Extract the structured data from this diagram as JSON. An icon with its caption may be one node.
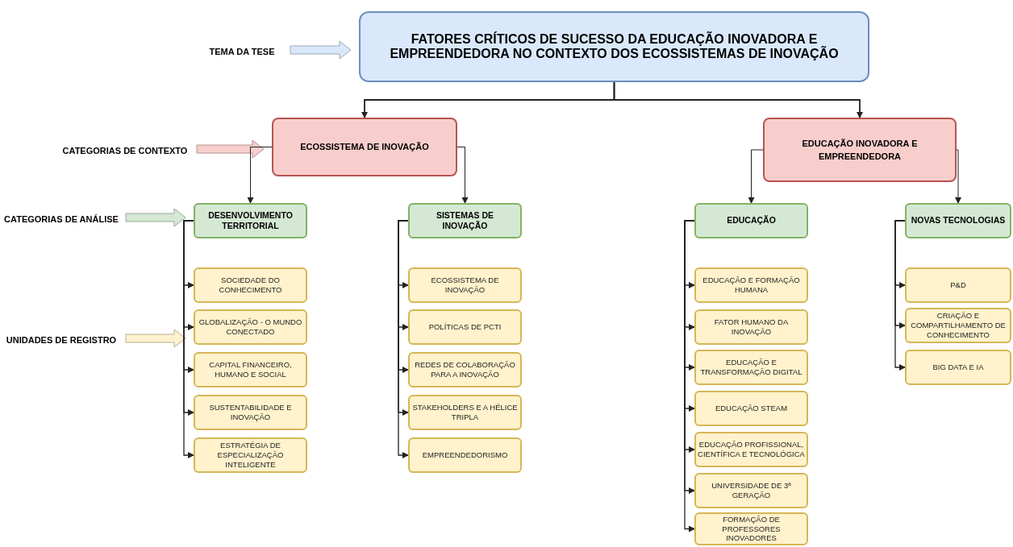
{
  "diagram": {
    "nodes": [
      {
        "text": [
          "FATORES CRÍTICOS DE SUCESSO DA EDUCAÇÃO INOVADORA E EMPREENDEDORA NO CONTEXTO DOS ECOSSISTEMAS DE INOVAÇÃO"
        ]
      },
      {
        "text": [
          "TEMA DA TESE"
        ]
      },
      {
        "text": [
          "ECOSSISTEMA DE INOVAÇÃO"
        ]
      },
      {
        "text": [
          "EDUCAÇÃO INOVADORA E EMPREENDEDORA"
        ]
      },
      {
        "text": [
          "CATEGORIAS DE CONTEXTO"
        ]
      },
      {
        "text": [
          "CATEGORIAS DE ANÁLISE"
        ]
      },
      {
        "text": [
          "DESENVOLVIMENTO TERRITORIAL"
        ]
      },
      {
        "text": [
          "SISTEMAS DE INOVAÇÃO"
        ]
      },
      {
        "text": [
          "EDUCAÇÃO"
        ]
      },
      {
        "text": [
          "NOVAS TECNOLOGIAS"
        ]
      },
      {
        "text": [
          "UNIDADES DE REGISTRO"
        ]
      },
      {
        "text": [
          "SOCIEDADE DO CONHECIMENTO"
        ]
      },
      {
        "text": [
          "GLOBALIZAÇÃO - O MUNDO CONECTADO"
        ]
      },
      {
        "text": [
          "CAPITAL FINANCEIRO, HUMANO E SOCIAL"
        ]
      },
      {
        "text": [
          "SUSTENTABILIDADE E INOVAÇÃO"
        ]
      },
      {
        "text": [
          "ESTRATÉGIA DE ESPECIALIZAÇÃO INTELIGENTE"
        ]
      },
      {
        "text": [
          "ECOSSISTEMA DE INOVAÇÃO"
        ]
      },
      {
        "text": [
          "POLÍTICAS DE PCTI"
        ]
      },
      {
        "text": [
          "REDES DE COLABORAÇÃO PARA A INOVAÇÃO"
        ]
      },
      {
        "text": [
          "STAKEHOLDERS E A HÉLICE TRIPLA"
        ]
      },
      {
        "text": [
          "EMPREENDEDORISMO"
        ]
      },
      {
        "text": [
          "EDUCAÇÃO E FORMAÇÃO HUMANA"
        ]
      },
      {
        "text": [
          "FATOR HUMANO DA INOVAÇÃO"
        ]
      },
      {
        "text": [
          "EDUCAÇÃO E TRANSFORMAÇÃO DIGITAL"
        ]
      },
      {
        "text": [
          "EDUCAÇÃO STEAM"
        ]
      },
      {
        "text": [
          "EDUCAÇÃO PROFISSIONAL, CIENTÍFICA E TECNOLÓGICA"
        ]
      },
      {
        "text": [
          "UNIVERSIDADE DE 3ª GERAÇÃO"
        ]
      },
      {
        "text": [
          "FORMAÇÃO DE PROFESSORES INOVADORES"
        ]
      },
      {
        "text": [
          "P&D"
        ]
      },
      {
        "text": [
          "CRIAÇÃO E COMPARTILHAMENTO DE CONHECIMENTO"
        ]
      },
      {
        "text": [
          "BIG DATA E IA"
        ]
      }
    ],
    "edges": [
      {
        "from": 1,
        "to": 0,
        "arrow": "to",
        "style": "thick",
        "color": "#dae8fc"
      },
      {
        "from": 4,
        "to": 2,
        "arrow": "to",
        "style": "thick",
        "color": "#f8cecc"
      },
      {
        "from": 5,
        "to": 6,
        "arrow": "to",
        "style": "thick",
        "color": "#d5e8d4"
      },
      {
        "from": 10,
        "to": 12,
        "arrow": "to",
        "style": "thick",
        "color": "#fff2cc"
      },
      {
        "from": 0,
        "to": 2,
        "arrow": "to"
      },
      {
        "from": 0,
        "to": 3,
        "arrow": "to"
      },
      {
        "from": 2,
        "to": 6,
        "arrow": "to"
      },
      {
        "from": 2,
        "to": 7,
        "arrow": "to"
      },
      {
        "from": 3,
        "to": 8,
        "arrow": "to"
      },
      {
        "from": 3,
        "to": 9,
        "arrow": "to"
      },
      {
        "from": 6,
        "to": 11,
        "arrow": "to"
      },
      {
        "from": 6,
        "to": 12,
        "arrow": "to"
      },
      {
        "from": 6,
        "to": 13,
        "arrow": "to"
      },
      {
        "from": 6,
        "to": 14,
        "arrow": "to"
      },
      {
        "from": 6,
        "to": 15,
        "arrow": "to"
      },
      {
        "from": 7,
        "to": 16,
        "arrow": "to"
      },
      {
        "from": 7,
        "to": 17,
        "arrow": "to"
      },
      {
        "from": 7,
        "to": 18,
        "arrow": "to"
      },
      {
        "from": 7,
        "to": 19,
        "arrow": "to"
      },
      {
        "from": 7,
        "to": 20,
        "arrow": "to"
      },
      {
        "from": 8,
        "to": 21,
        "arrow": "to"
      },
      {
        "from": 8,
        "to": 22,
        "arrow": "to"
      },
      {
        "from": 8,
        "to": 23,
        "arrow": "to"
      },
      {
        "from": 8,
        "to": 24,
        "arrow": "to"
      },
      {
        "from": 8,
        "to": 25,
        "arrow": "to"
      },
      {
        "from": 8,
        "to": 26,
        "arrow": "to"
      },
      {
        "from": 8,
        "to": 27,
        "arrow": "to"
      },
      {
        "from": 9,
        "to": 28,
        "arrow": "to"
      },
      {
        "from": 9,
        "to": 29,
        "arrow": "to"
      },
      {
        "from": 9,
        "to": 30,
        "arrow": "to"
      }
    ]
  }
}
